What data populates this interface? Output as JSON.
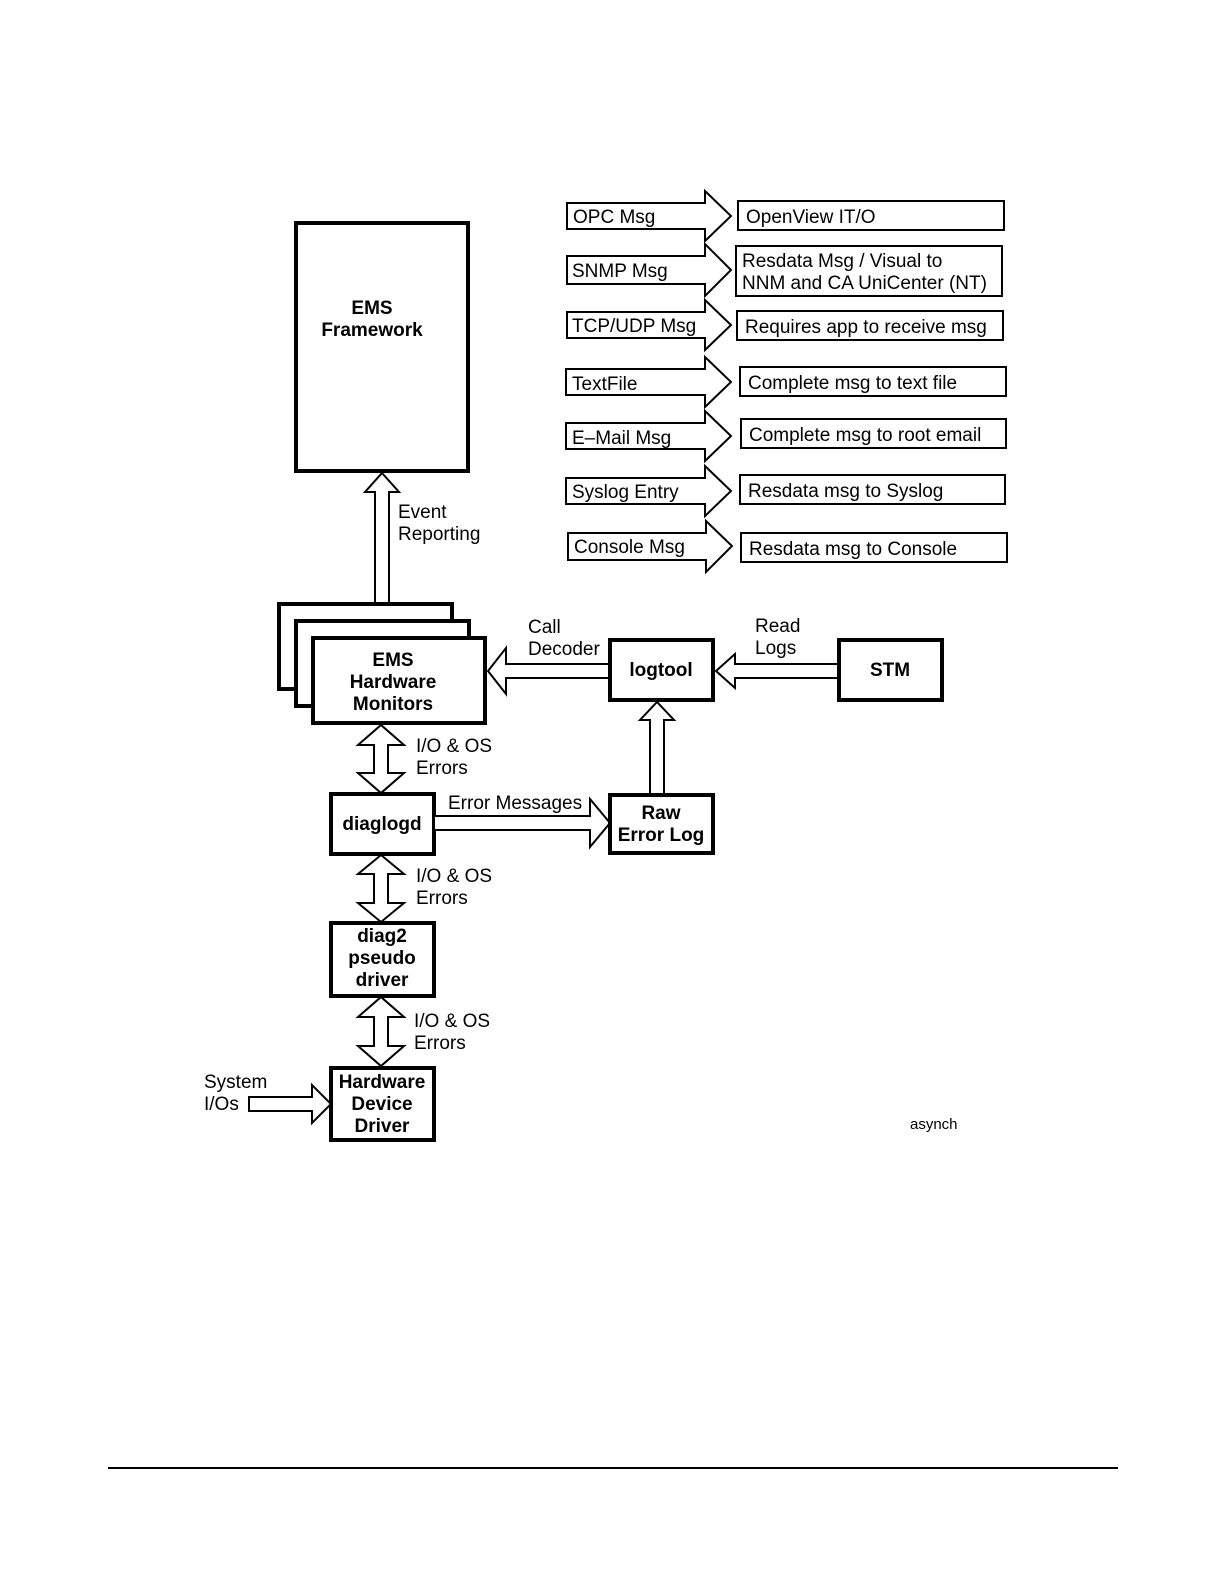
{
  "boxes": {
    "ems_framework": [
      "EMS",
      "Framework"
    ],
    "ems_hardware_monitors": [
      "EMS",
      "Hardware",
      "Monitors"
    ],
    "logtool": "logtool",
    "stm": "STM",
    "diaglogd": "diaglogd",
    "raw_error_log": [
      "Raw",
      "Error Log"
    ],
    "diag2_pseudo_driver": [
      "diag2",
      "pseudo",
      "driver"
    ],
    "hardware_device_driver": [
      "Hardware",
      "Device",
      "Driver"
    ]
  },
  "notifications": [
    {
      "method": "OPC Msg",
      "target": [
        "OpenView IT/O"
      ]
    },
    {
      "method": "SNMP Msg",
      "target": [
        "Resdata Msg / Visual to",
        "NNM and CA UniCenter (NT)"
      ]
    },
    {
      "method": "TCP/UDP Msg",
      "target": [
        "Requires app to receive msg"
      ]
    },
    {
      "method": "TextFile",
      "target": [
        "Complete msg to text file"
      ]
    },
    {
      "method": "E–Mail Msg",
      "target": [
        "Complete msg to root email"
      ]
    },
    {
      "method": "Syslog Entry",
      "target": [
        "Resdata msg to Syslog"
      ]
    },
    {
      "method": "Console Msg",
      "target": [
        "Resdata msg to Console"
      ]
    }
  ],
  "labels": {
    "event_reporting": [
      "Event",
      "Reporting"
    ],
    "call_decoder": [
      "Call",
      "Decoder"
    ],
    "read_logs": [
      "Read",
      "Logs"
    ],
    "io_os_errors_1": [
      "I/O & OS",
      "Errors"
    ],
    "error_messages": "Error Messages",
    "io_os_errors_2": [
      "I/O & OS",
      "Errors"
    ],
    "io_os_errors_3": [
      "I/O & OS",
      "Errors"
    ],
    "system_ios": [
      "System",
      "I/Os"
    ],
    "figure_tag": "asynch"
  }
}
